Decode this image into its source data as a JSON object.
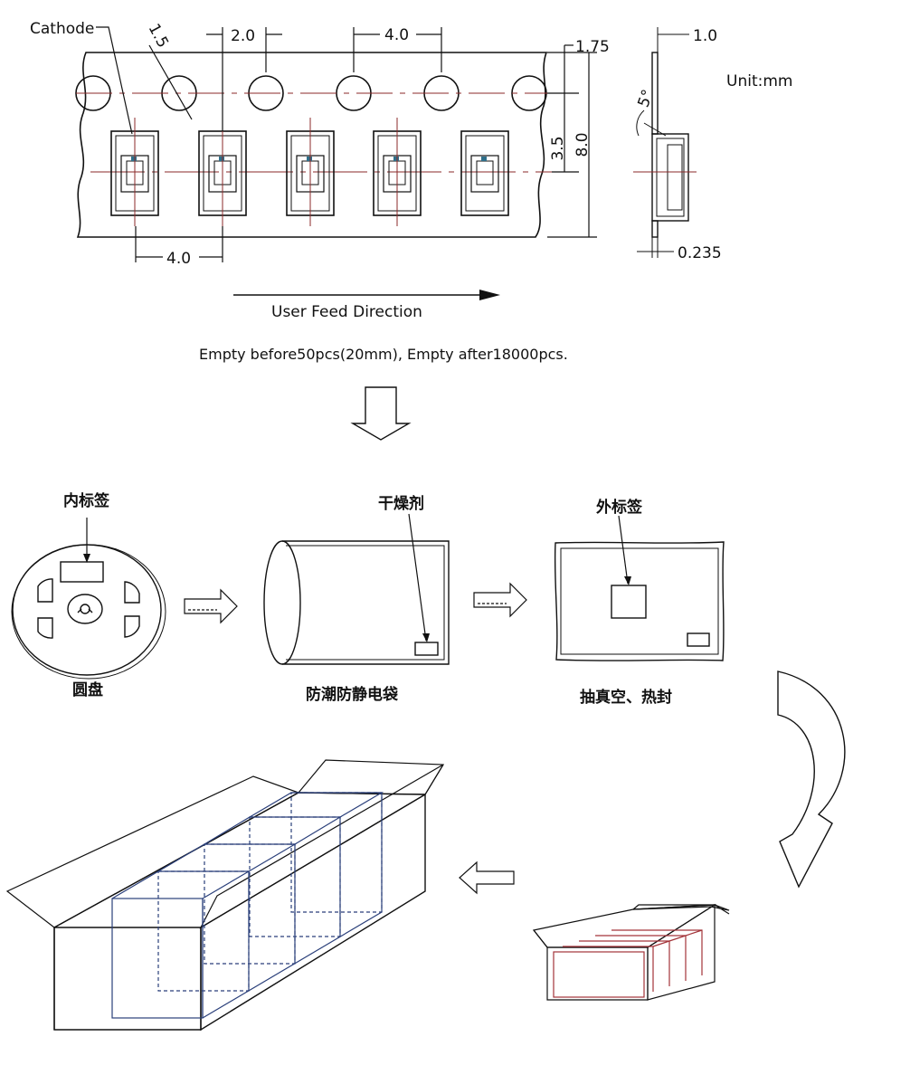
{
  "tape": {
    "cathode_label": "Cathode",
    "dim_hole_dia": "1.5",
    "dim_hole_to_pocket": "2.0",
    "dim_hole_pitch": "4.0",
    "dim_pocket_pitch": "4.0",
    "dim_edge_to_hole": "1.75",
    "dim_hole_to_pocket_center": "3.5",
    "dim_tape_width": "8.0",
    "side_thickness": "1.0",
    "side_angle": "5°",
    "side_cover_thickness": "0.235",
    "unit": "Unit:mm",
    "feed_direction": "User Feed Direction",
    "empty_note": "Empty before50pcs(20mm), Empty after18000pcs."
  },
  "packing": {
    "reel_top_label": "内标签",
    "reel_caption": "圆盘",
    "desiccant_label": "干燥剂",
    "bag_caption": "防潮防静电袋",
    "outer_label": "外标签",
    "seal_caption": "抽真空、热封"
  },
  "colors": {
    "line": "#111111",
    "center_line": "#8b2a2a",
    "box_line": "#2a3f7a",
    "inner_box_line": "#a3343a",
    "led": "#2f6f8a"
  }
}
